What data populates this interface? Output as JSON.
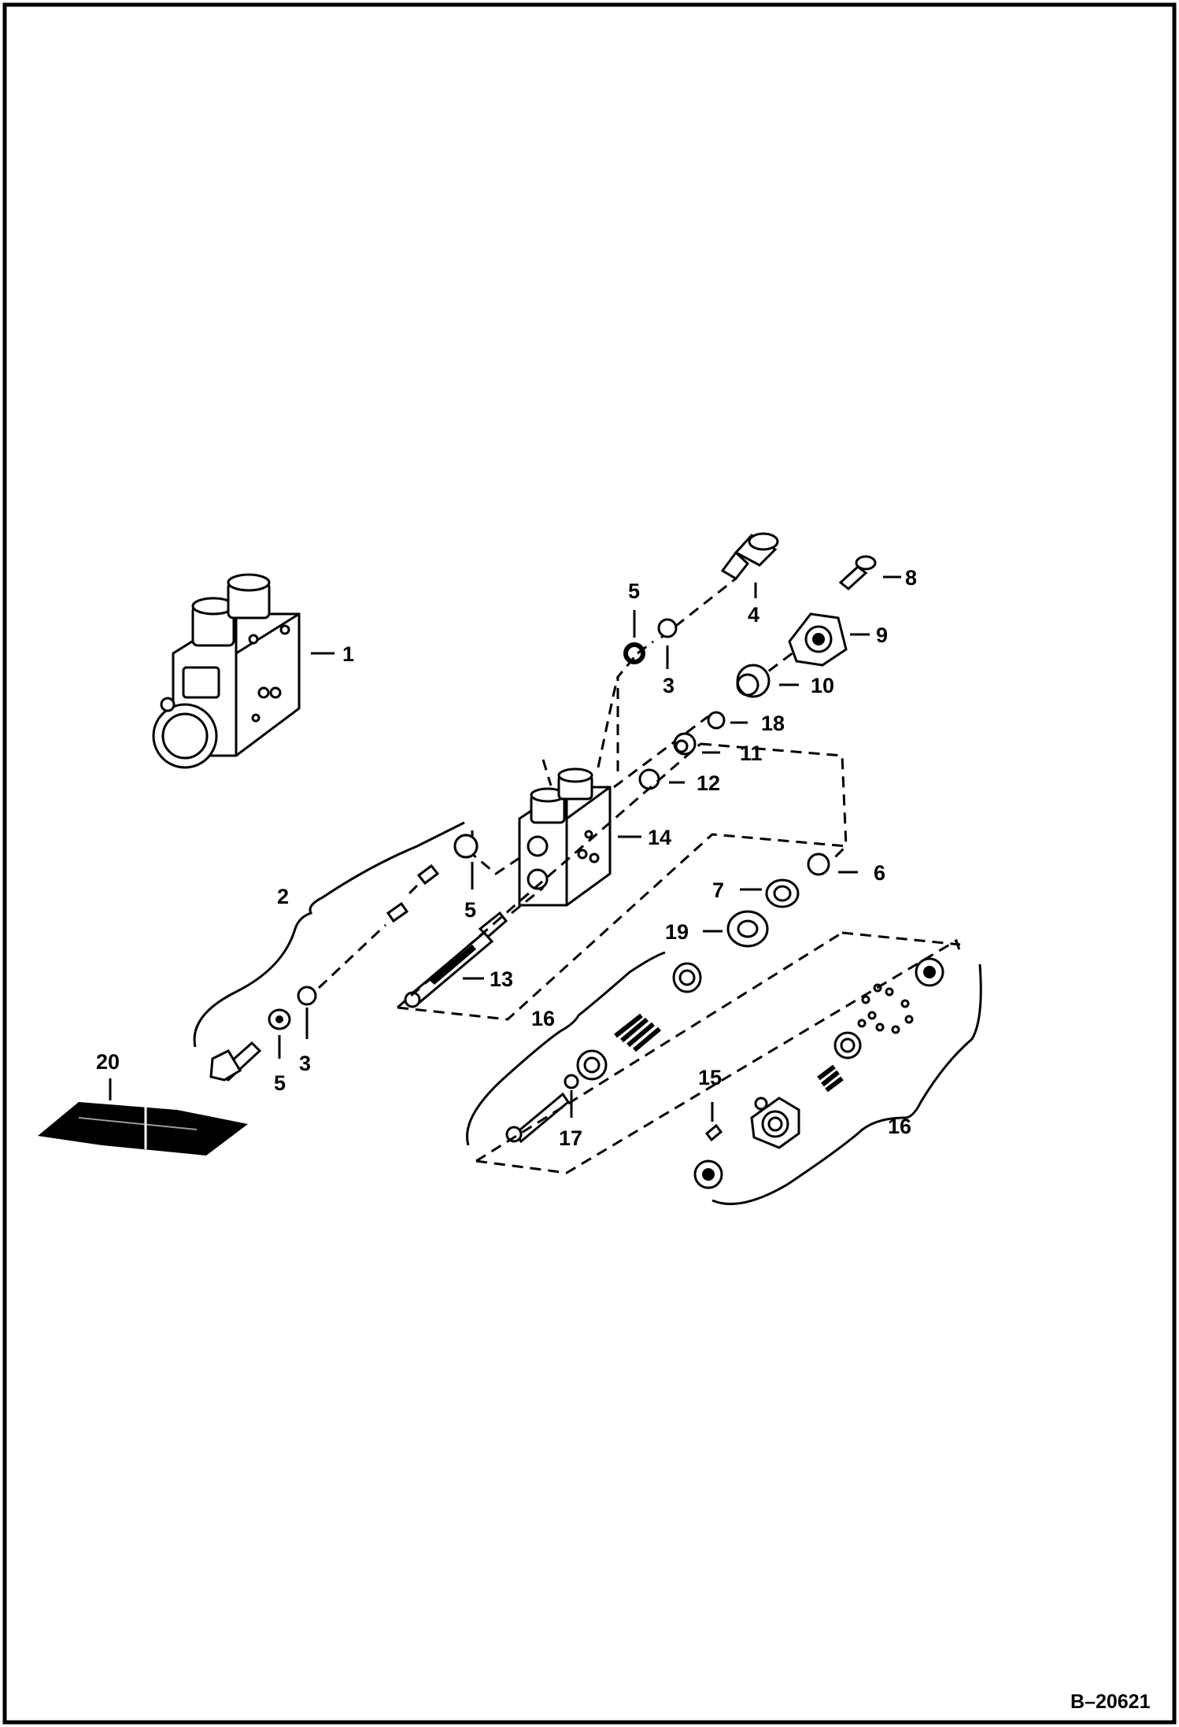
{
  "figure_ref": "B–20621",
  "callouts": {
    "c1": "1",
    "c2": "2",
    "c3a": "3",
    "c3b": "3",
    "c4": "4",
    "c5a": "5",
    "c5b": "5",
    "c5c": "5",
    "c6": "6",
    "c7": "7",
    "c8": "8",
    "c9": "9",
    "c10": "10",
    "c11": "11",
    "c12": "12",
    "c13": "13",
    "c14": "14",
    "c15": "15",
    "c16a": "16",
    "c16b": "16",
    "c17": "17",
    "c18": "18",
    "c19": "19",
    "c20": "20"
  }
}
